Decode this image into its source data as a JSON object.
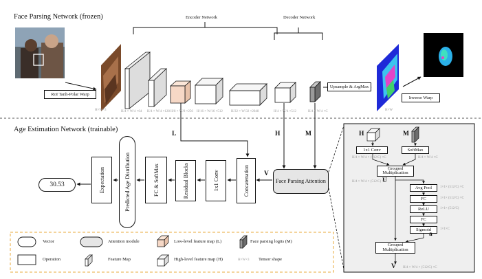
{
  "top": {
    "title": "Face Parsing Network (frozen)",
    "encoder_label": "Encoder Network",
    "decoder_label": "Decoder Network",
    "roi_warp": "RoI Tanh-Polar Warp",
    "upsample": "Upsample & ArgMax",
    "inverse_warp": "Inverse Warp",
    "shape_input": "H×W×3",
    "shape_1": "H/4 × W/4 ×64",
    "shape_2": "H/4 × W/4 ×128",
    "shape_3": "H/8 × W/8 ×256",
    "shape_4": "H/16 × W/16 ×512",
    "shape_5": "H/32 × W/32 ×2048",
    "shape_6": "H/4 × W/4 ×512",
    "shape_7": "H/4 × W/4 ×C",
    "shape_out": "H×W"
  },
  "bottom": {
    "title": "Age Estimation Network (trainable)",
    "value": "30.53",
    "expectation": "Expectation",
    "predicted_age": "Predicted Age Distribution",
    "fc_softmax": "FC & SoftMax",
    "residual": "Residual Blocks",
    "conv1x1": "1x1 Conv",
    "concat": "Concatenation",
    "attention": "Face Parsing Attention",
    "letter_L": "L",
    "letter_H": "H",
    "letter_M": "M",
    "letter_V": "V"
  },
  "attention_detail": {
    "H": "H",
    "M": "M",
    "conv": "1x1 Conv",
    "softmax": "SoftMax",
    "grouped1": "Grouped Multiplication",
    "U": "U",
    "avgpool": "Avg Pool",
    "fc1": "FC",
    "relu": "ReLU",
    "fc2": "FC",
    "sigmoid": "Sigmoid",
    "a": "a",
    "grouped2": "Grouped Multiplication",
    "V": "V",
    "s_conv": "H/4 × W/4 × (512/C) ×C",
    "s_soft": "H/4 × W/4 ×C",
    "s_u": "H/4 × W/4 × (512/C) ×C",
    "s_pool": "1×1× (512/C) ×C",
    "s_fc1": "1×1× (512/C) ×C",
    "s_relu": "1×1× (512/C)",
    "s_sig": "1×1×C",
    "s_v": "H/4 × W/4 × (512/C) ×C"
  },
  "legend": {
    "vector": "Vector",
    "operation": "Operation",
    "attention_module": "Attention module",
    "feature_map": "Feature Map",
    "low_level": "Low-level feature map (L)",
    "high_level": "High-level feature map (H)",
    "logits": "Face parsing logits (M)",
    "tensor_shape": "Tensor shape",
    "tensor_example": "H×W×3"
  },
  "colors": {
    "low_level_fill": "#f6d8c6",
    "logits_fill": "#8f8f8f",
    "panel_bg": "#efefef",
    "legend_border": "#e8a83a",
    "attention_fill": "#e6e6e6"
  }
}
